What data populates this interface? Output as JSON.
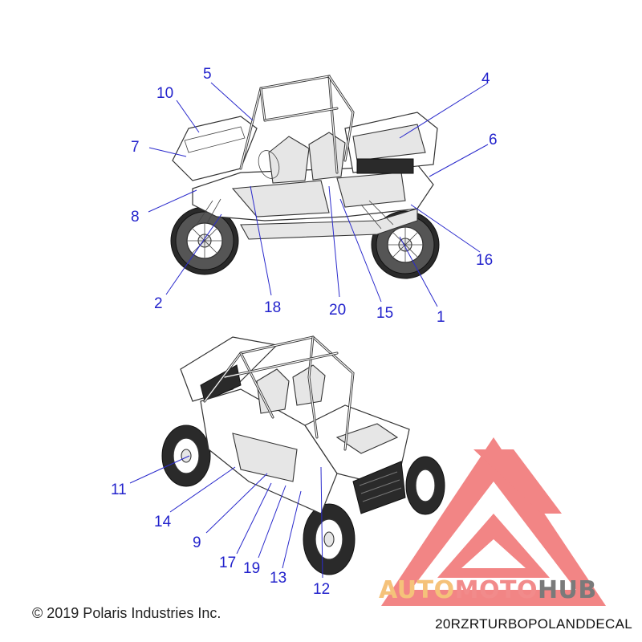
{
  "copyright": "© 2019 Polaris Industries Inc.",
  "diagram_code": "20RZRTURBOPOLANDDECAL",
  "watermark": {
    "auto": "AUTO",
    "moto": "MOTO",
    "hub": "HUB",
    "colors": {
      "auto": "#f5c27a",
      "moto": "#f28b8b",
      "hub": "#7a7a7a",
      "logo": "#f07070"
    }
  },
  "callouts": {
    "c1": "1",
    "c2": "2",
    "c4": "4",
    "c5": "5",
    "c6": "6",
    "c7": "7",
    "c8": "8",
    "c9": "9",
    "c10": "10",
    "c11": "11",
    "c12": "12",
    "c13": "13",
    "c14": "14",
    "c15": "15",
    "c16": "16",
    "c17": "17",
    "c18": "18",
    "c19": "19",
    "c20": "20"
  }
}
